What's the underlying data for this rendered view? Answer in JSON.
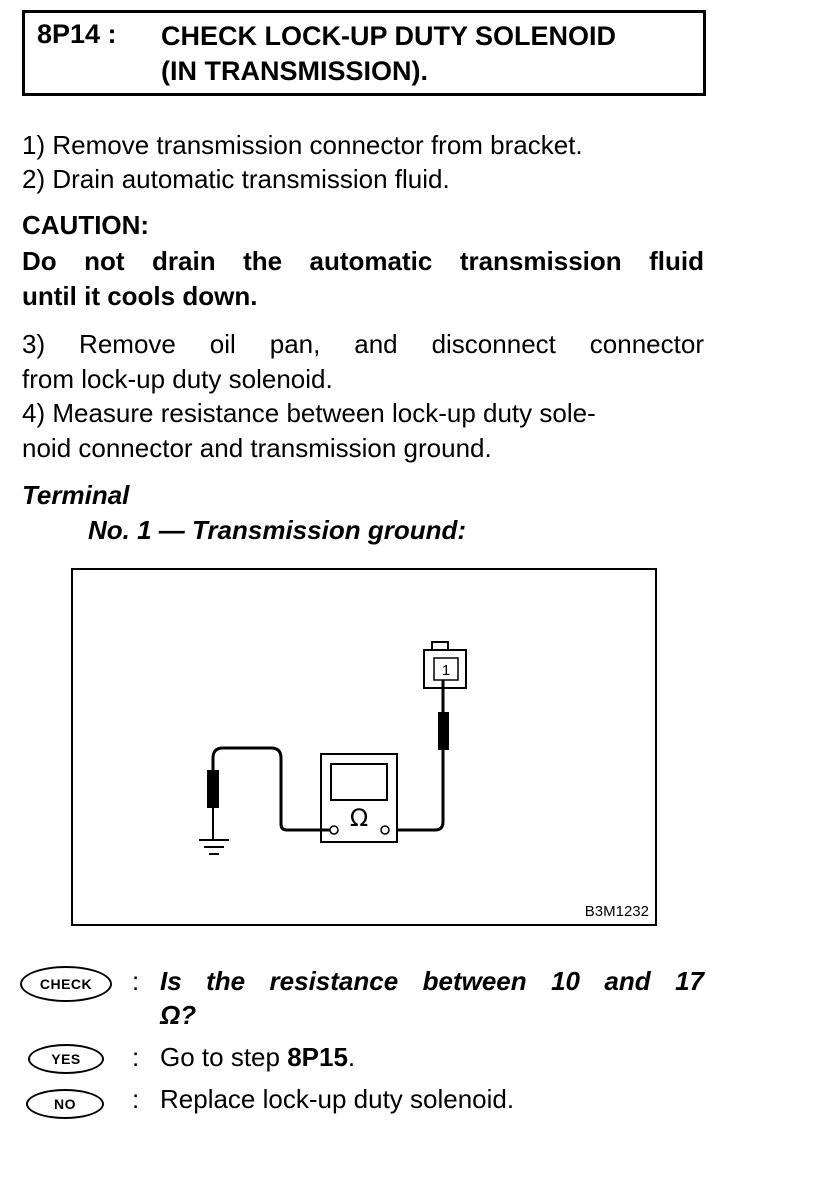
{
  "header": {
    "code": "8P14 :",
    "title_line1": "CHECK LOCK-UP DUTY SOLENOID",
    "title_line2": "(IN TRANSMISSION)."
  },
  "steps": {
    "s1": "1)  Remove transmission connector from bracket.",
    "s2": "2)  Drain automatic transmission fluid.",
    "s3_line1": "3)  Remove oil pan, and disconnect connector",
    "s3_line2": "from lock-up duty solenoid.",
    "s4_line1": "4)  Measure resistance between lock-up duty sole-",
    "s4_line2": "noid connector and transmission ground."
  },
  "caution": {
    "label": "CAUTION:",
    "line1": "Do not drain the automatic transmission fluid",
    "line2": "until it cools down."
  },
  "terminal": {
    "label": "Terminal",
    "spec": "No. 1 — Transmission ground:"
  },
  "figure": {
    "connector_pin": "1",
    "meter_symbol": "Ω",
    "code": "B3M1232"
  },
  "decisions": {
    "check_label": "CHECK",
    "check_question_line1": "Is the resistance between 10 and 17",
    "check_question_line2": "Ω?",
    "yes_label": "YES",
    "yes_text_prefix": "Go to step ",
    "yes_text_step": "8P15",
    "yes_text_suffix": ".",
    "no_label": "NO",
    "no_text": "Replace lock-up duty solenoid.",
    "colon": ":"
  }
}
